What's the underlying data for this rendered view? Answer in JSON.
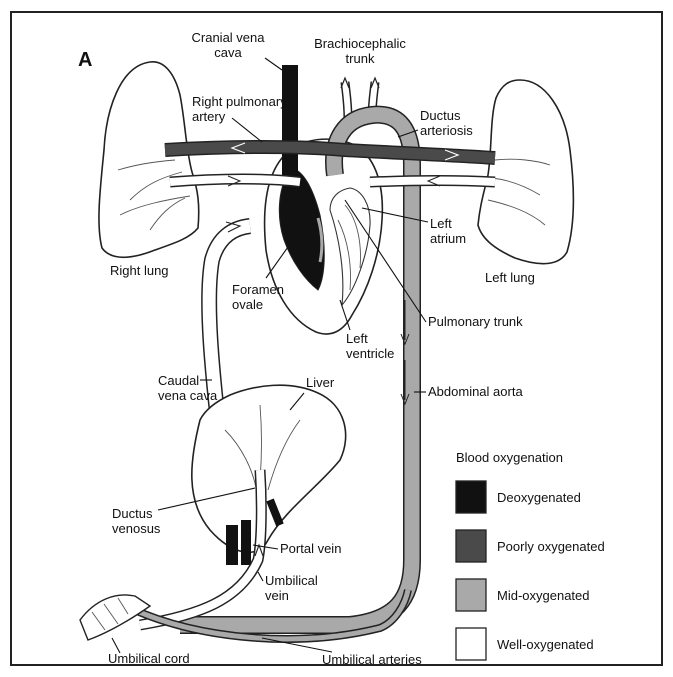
{
  "figure": {
    "panel_letter": "A",
    "labels": {
      "cranial_vena_cava": [
        "Cranial vena",
        "cava"
      ],
      "brachiocephalic_trunk": [
        "Brachiocephalic",
        "trunk"
      ],
      "right_pulmonary_artery": [
        "Right pulmonary",
        "artery"
      ],
      "ductus_arteriosis": [
        "Ductus",
        "arteriosis"
      ],
      "left_atrium": [
        "Left",
        "atrium"
      ],
      "right_lung": [
        "Right lung"
      ],
      "left_lung": [
        "Left lung"
      ],
      "foramen_ovale": [
        "Foramen",
        "ovale"
      ],
      "pulmonary_trunk": [
        "Pulmonary trunk"
      ],
      "left_ventricle": [
        "Left",
        "ventricle"
      ],
      "caudal_vena_cava": [
        "Caudal",
        "vena cava"
      ],
      "liver": [
        "Liver"
      ],
      "abdominal_aorta": [
        "Abdominal aorta"
      ],
      "ductus_venosus": [
        "Ductus",
        "venosus"
      ],
      "portal_vein": [
        "Portal vein"
      ],
      "umbilical_vein": [
        "Umbilical",
        "vein"
      ],
      "umbilical_cord": [
        "Umbilical cord"
      ],
      "umbilical_arteries": [
        "Umbilical arteries"
      ]
    }
  },
  "legend": {
    "title": "Blood oxygenation",
    "items": [
      {
        "label": "Deoxygenated",
        "color": "#111111"
      },
      {
        "label": "Poorly oxygenated",
        "color": "#4a4a4a"
      },
      {
        "label": "Mid-oxygenated",
        "color": "#a9a9a9"
      },
      {
        "label": "Well-oxygenated",
        "color": "#ffffff"
      }
    ]
  },
  "colors": {
    "deoxygenated": "#111111",
    "poorly_oxygenated": "#4a4a4a",
    "mid_oxygenated": "#a9a9a9",
    "well_oxygenated": "#ffffff",
    "outline": "#222222"
  }
}
